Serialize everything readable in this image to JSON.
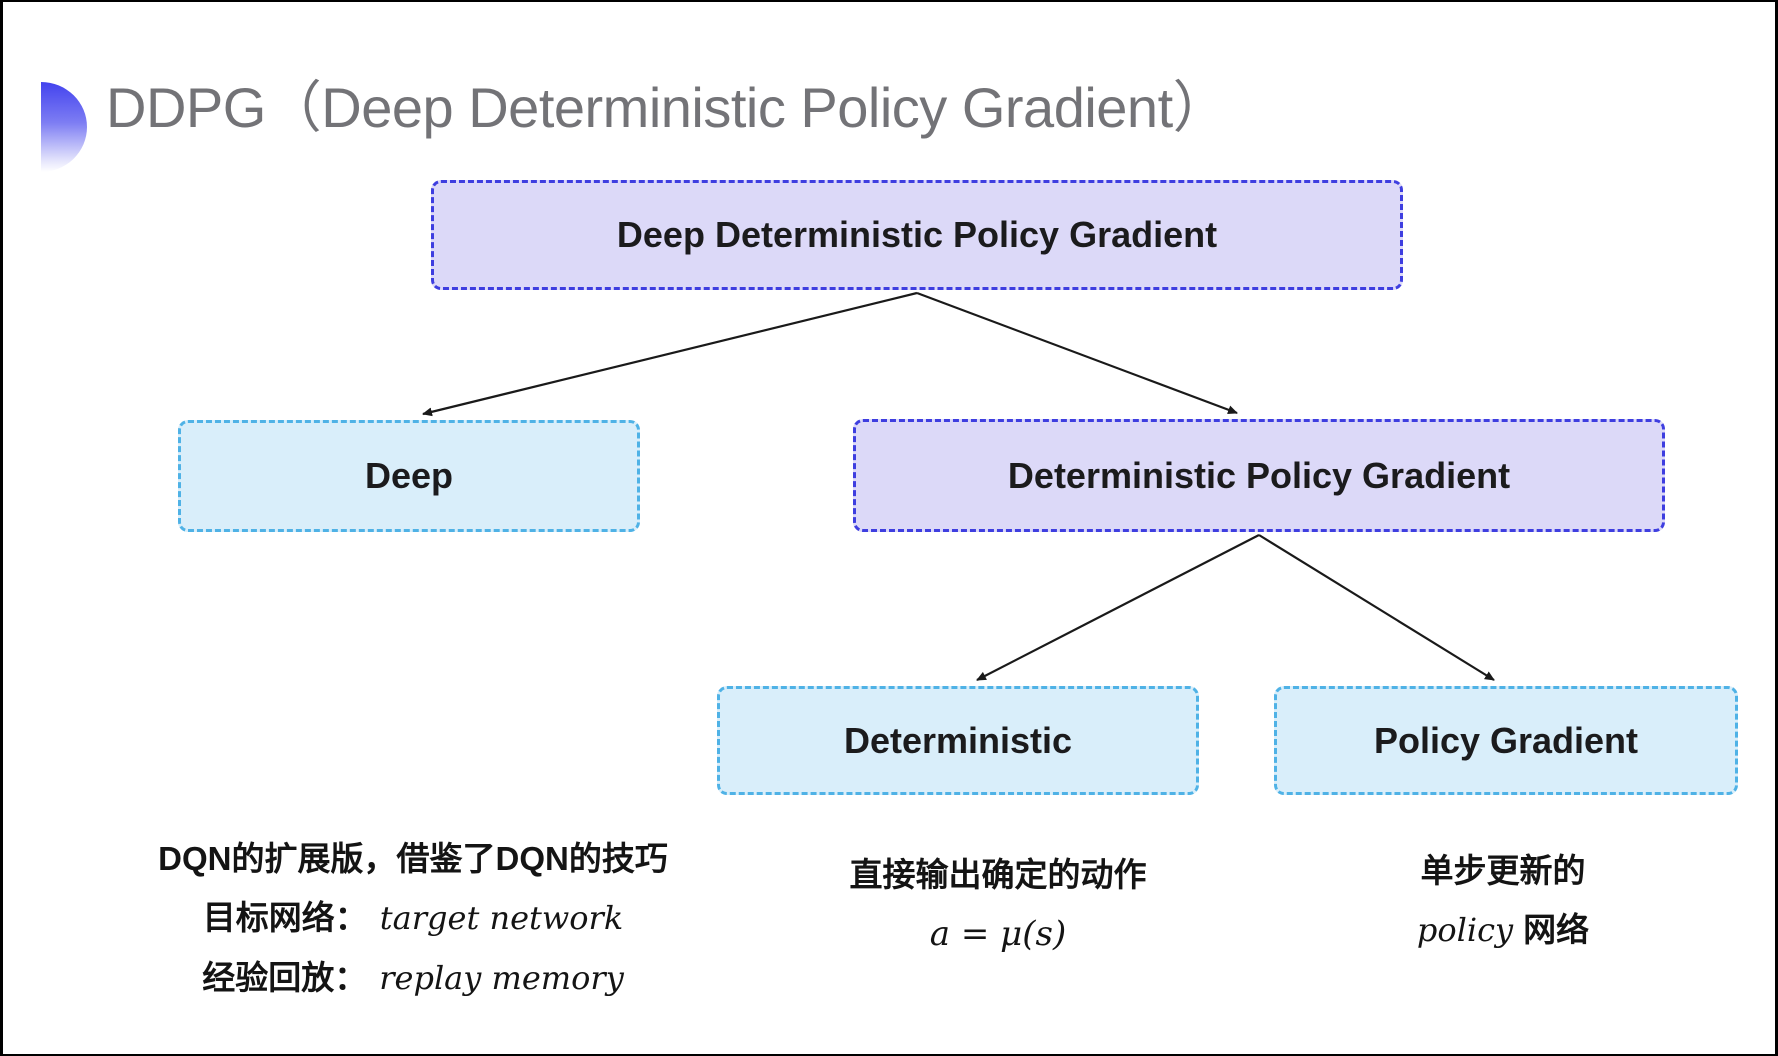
{
  "page": {
    "title": "DDPG（Deep Deterministic Policy Gradient）"
  },
  "nodes": {
    "root": "Deep Deterministic Policy Gradient",
    "deep": "Deep",
    "dpg": "Deterministic Policy Gradient",
    "deterministic": "Deterministic",
    "policy_gradient": "Policy Gradient"
  },
  "annotations": {
    "deep": {
      "summary": "DQN的扩展版，借鉴了DQN的技巧",
      "target_network_label": "目标网络：",
      "target_network_term": "target network",
      "replay_label": "经验回放：",
      "replay_term": "replay memory"
    },
    "deterministic": {
      "summary": "直接输出确定的动作",
      "formula": "a = μ(s)"
    },
    "policy_gradient": {
      "summary": "单步更新的",
      "term": "policy",
      "suffix": "网络"
    }
  },
  "colors": {
    "purple_fill": "#dcd9f8",
    "purple_border": "#3e3ee0",
    "blue_fill": "#d9eefa",
    "blue_border": "#4fb2e6",
    "title_text": "#737377",
    "node_text": "#1b1b1d",
    "note_text": "#141414",
    "arrow": "#1a1a1a",
    "accent_top": "#4343ee"
  }
}
